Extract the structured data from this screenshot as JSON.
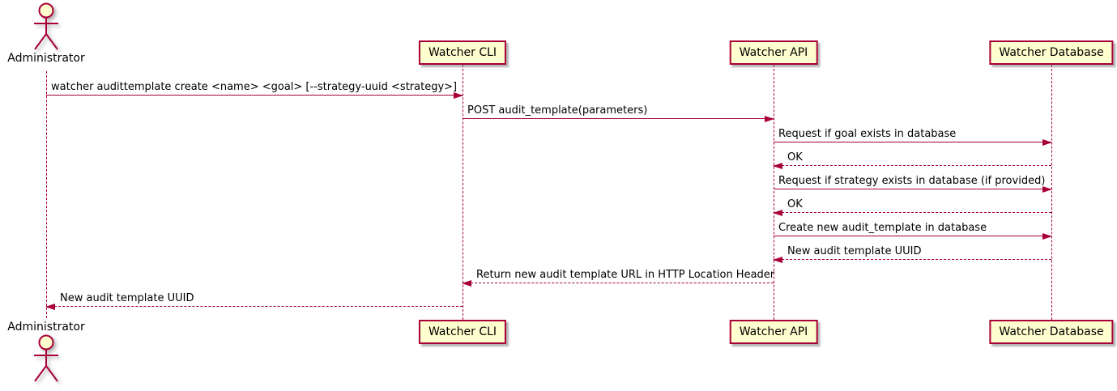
{
  "diagram": {
    "type": "sequence",
    "colors": {
      "line_and_border": "#A80036",
      "participant_fill": "#FEFECE",
      "text": "#000000",
      "background": "#FFFFFF"
    },
    "actor": {
      "top_label": "Administrator",
      "bottom_label": "Administrator"
    },
    "participants": [
      {
        "label": "Watcher CLI"
      },
      {
        "label": "Watcher API"
      },
      {
        "label": "Watcher Database"
      }
    ],
    "messages": [
      {
        "from": "Administrator",
        "to": "Watcher CLI",
        "style": "solid",
        "text": "watcher audittemplate create <name> <goal> [--strategy-uuid <strategy>]"
      },
      {
        "from": "Watcher CLI",
        "to": "Watcher API",
        "style": "solid",
        "text": "POST audit_template(parameters)"
      },
      {
        "from": "Watcher API",
        "to": "Watcher Database",
        "style": "solid",
        "text": "Request if goal exists in database"
      },
      {
        "from": "Watcher Database",
        "to": "Watcher API",
        "style": "dashed",
        "text": "OK"
      },
      {
        "from": "Watcher API",
        "to": "Watcher Database",
        "style": "solid",
        "text": "Request if strategy exists in database (if provided)"
      },
      {
        "from": "Watcher Database",
        "to": "Watcher API",
        "style": "dashed",
        "text": "OK"
      },
      {
        "from": "Watcher API",
        "to": "Watcher Database",
        "style": "solid",
        "text": "Create new audit_template in database"
      },
      {
        "from": "Watcher Database",
        "to": "Watcher API",
        "style": "dashed",
        "text": "New audit template UUID"
      },
      {
        "from": "Watcher API",
        "to": "Watcher CLI",
        "style": "dashed",
        "text": "Return new audit template URL in HTTP Location Header"
      },
      {
        "from": "Watcher CLI",
        "to": "Administrator",
        "style": "dashed",
        "text": "New audit template UUID"
      }
    ]
  }
}
